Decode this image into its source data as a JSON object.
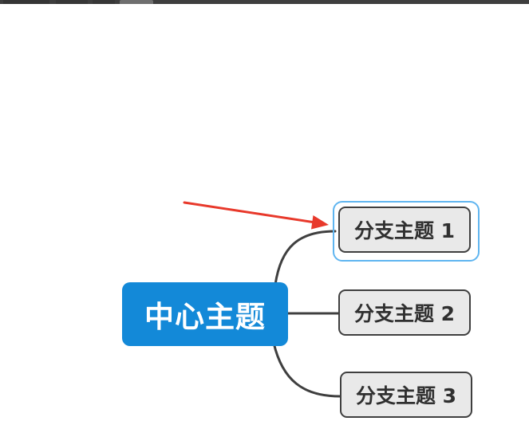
{
  "window": {
    "top_edge_color": "#3e3e3e",
    "note": "only a ~5px sliver of the window/tab strip is visible at the top"
  },
  "mindmap": {
    "central": {
      "label": "中心主题",
      "fill_color": "#1389d8",
      "text_color": "#ffffff"
    },
    "branches": [
      {
        "label": "分支主题 1",
        "selected": true
      },
      {
        "label": "分支主题 2",
        "selected": false
      },
      {
        "label": "分支主题 3",
        "selected": false
      }
    ],
    "branch_style": {
      "fill_color": "#e9e9e9",
      "border_color": "#3f3f3f",
      "text_color": "#303030"
    },
    "selection_outline_color": "#5fb5f0",
    "connector_color": "#3f3f3f",
    "edges": [
      [
        "中心主题",
        "分支主题 1"
      ],
      [
        "中心主题",
        "分支主题 2"
      ],
      [
        "中心主题",
        "分支主题 3"
      ]
    ]
  },
  "annotation": {
    "type": "red-arrow",
    "color": "#e8392b",
    "points_to": "分支主题 1"
  }
}
